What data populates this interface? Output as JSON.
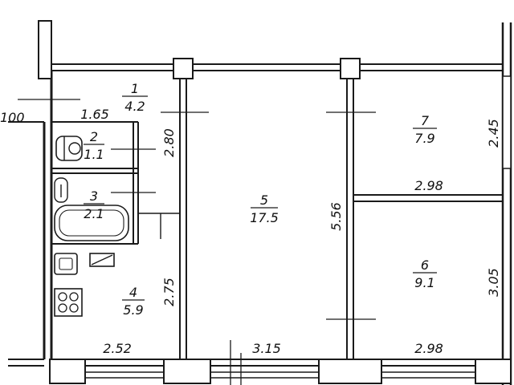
{
  "rooms": [
    {
      "id": "1",
      "area": "4.2"
    },
    {
      "id": "2",
      "area": "1.1"
    },
    {
      "id": "3",
      "area": "2.1"
    },
    {
      "id": "4",
      "area": "5.9"
    },
    {
      "id": "5",
      "area": "17.5"
    },
    {
      "id": "6",
      "area": "9.1"
    },
    {
      "id": "7",
      "area": "7.9"
    }
  ],
  "dimensions": {
    "hall_width": "1.65",
    "hall_length": "2.80",
    "kitchen_length": "2.75",
    "kitchen_width": "2.52",
    "living_width": "3.15",
    "living_length": "5.56",
    "room7_width": "2.98",
    "room7_length": "2.45",
    "room6_width": "2.98",
    "room6_length": "3.05",
    "left_edge_partial": "100"
  }
}
